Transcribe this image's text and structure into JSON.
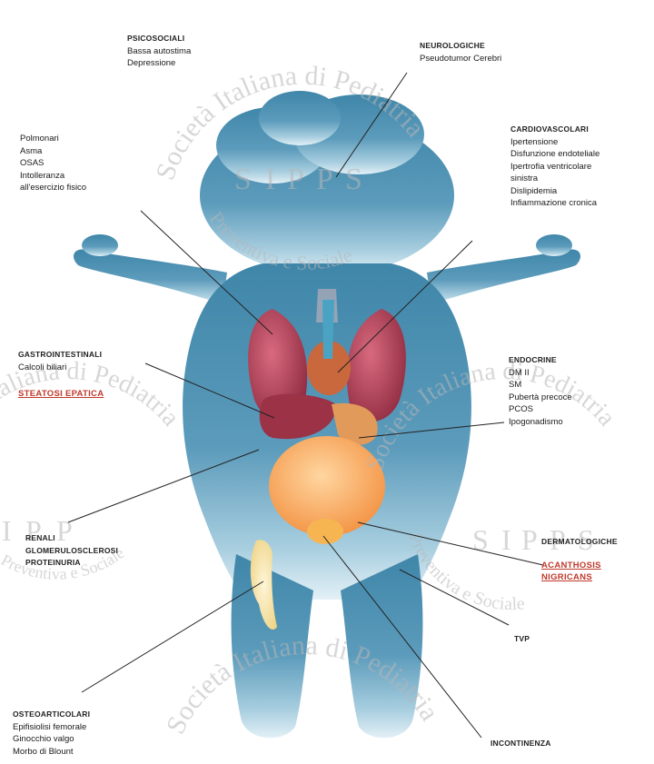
{
  "watermark": {
    "arc_top": "Società Italiana di Pediatria",
    "arc_bottom": "Preventiva e Sociale",
    "acronym": [
      "S",
      "I",
      "P",
      "P",
      "S"
    ]
  },
  "labels": {
    "psicosociali": {
      "title": "PSICOSOCIALI",
      "items": [
        "Bassa autostima",
        "Depressione"
      ]
    },
    "neurologiche": {
      "title": "NEUROLOGICHE",
      "items": [
        "Pseudotumor Cerebri"
      ]
    },
    "polmonari": {
      "title": "Polmonari",
      "items": [
        "Asma",
        "OSAS",
        "Intolleranza",
        "all'esercizio fisico"
      ]
    },
    "cardiovascolari": {
      "title": "CARDIOVASCOLARI",
      "items": [
        "Ipertensione",
        "Disfunzione endoteliale",
        "Ipertrofia ventricolare",
        "sinistra",
        "Dislipidemia",
        "Infiammazione cronica"
      ]
    },
    "gastrointestinali": {
      "title": "GASTROINTESTINALI",
      "items": [
        "Calcoli biliari"
      ],
      "highlight": "STEATOSI EPATICA"
    },
    "endocrine": {
      "title": "ENDOCRINE",
      "items": [
        "DM II",
        "SM",
        "Pubertà precoce",
        "PCOS",
        "Ipogonadismo"
      ]
    },
    "renali": {
      "title": "RENALI",
      "items": [
        "GLOMERULOSCLEROSI",
        "PROTEINURIA"
      ]
    },
    "dermatologiche": {
      "title": "DERMATOLOGICHE",
      "highlight": [
        "ACANTHOSIS",
        "NIGRICANS"
      ]
    },
    "tvp": {
      "title": "TVP"
    },
    "osteoarticolari": {
      "title": "OSTEOARTICOLARI",
      "items": [
        "Epifisiolisi femorale",
        "Ginocchio valgo",
        "Morbo di Blount"
      ]
    },
    "incontinenza": {
      "title": "INCONTINENZA"
    }
  },
  "colors": {
    "body_top": "#3f86a9",
    "body_bottom": "#d9ecf4",
    "highlight_red": "#c0392b",
    "organ_red": "#b23a52",
    "organ_orange": "#f5a25a"
  }
}
